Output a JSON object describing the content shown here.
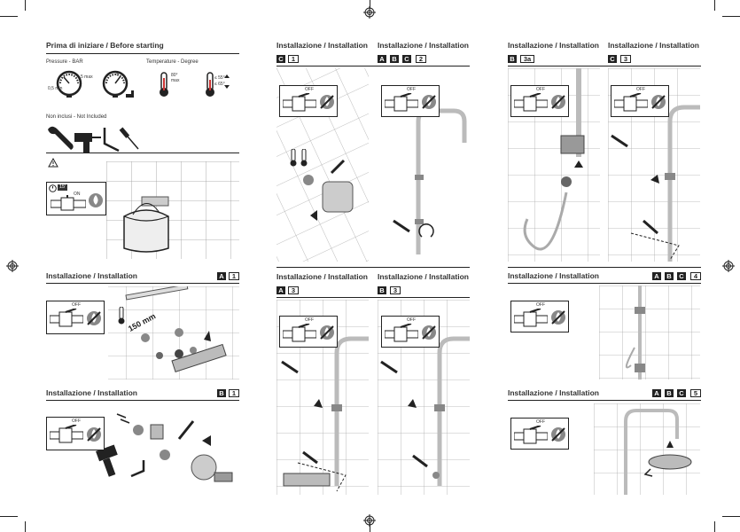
{
  "page": {
    "section_before": "Prima di iniziare / Before starting",
    "pressure_label": "Pressure - BAR",
    "temperature_label": "Temperature - Degree",
    "gauge_min": "0,5 min",
    "gauge_max": "5 max",
    "gauge_5": "5",
    "temp_max_text": "80° max",
    "temp_range_a": "≤ 55°",
    "temp_range_b": "≤ 65°",
    "not_included": "Non inclusi - Not Included",
    "install_title": "Installazione / Installation",
    "off": "OFF",
    "on": "ON",
    "dimension": "150 mm",
    "time": "15'"
  },
  "steps": {
    "a1": {
      "letters": [
        "A"
      ],
      "num": "1"
    },
    "b1": {
      "letters": [
        "B"
      ],
      "num": "1"
    },
    "c1": {
      "letters": [
        "C"
      ],
      "num": "1"
    },
    "abc2": {
      "letters": [
        "A",
        "B",
        "C"
      ],
      "num": "2"
    },
    "a3": {
      "letters": [
        "A"
      ],
      "num": "3"
    },
    "b3": {
      "letters": [
        "B"
      ],
      "num": "3"
    },
    "b3a": {
      "letters": [
        "B"
      ],
      "num": "3a"
    },
    "c3": {
      "letters": [
        "C"
      ],
      "num": "3"
    },
    "abc4": {
      "letters": [
        "A",
        "B",
        "C"
      ],
      "num": "4"
    },
    "abc5": {
      "letters": [
        "A",
        "B",
        "C"
      ],
      "num": "5"
    }
  },
  "icons": {
    "registration": "registration-mark-icon",
    "warning": "warning-triangle-icon",
    "valve_off": "valve-off-icon",
    "no_water": "no-water-drop-icon",
    "thermometer": "thermometer-icon",
    "gauge": "pressure-gauge-icon",
    "wrench": "wrench-icon",
    "drill": "drill-icon",
    "screwdriver": "screwdriver-icon",
    "hex_key": "hex-key-icon",
    "rotate_arrow": "rotate-arrow-icon",
    "push_arrow": "push-arrow-icon"
  }
}
